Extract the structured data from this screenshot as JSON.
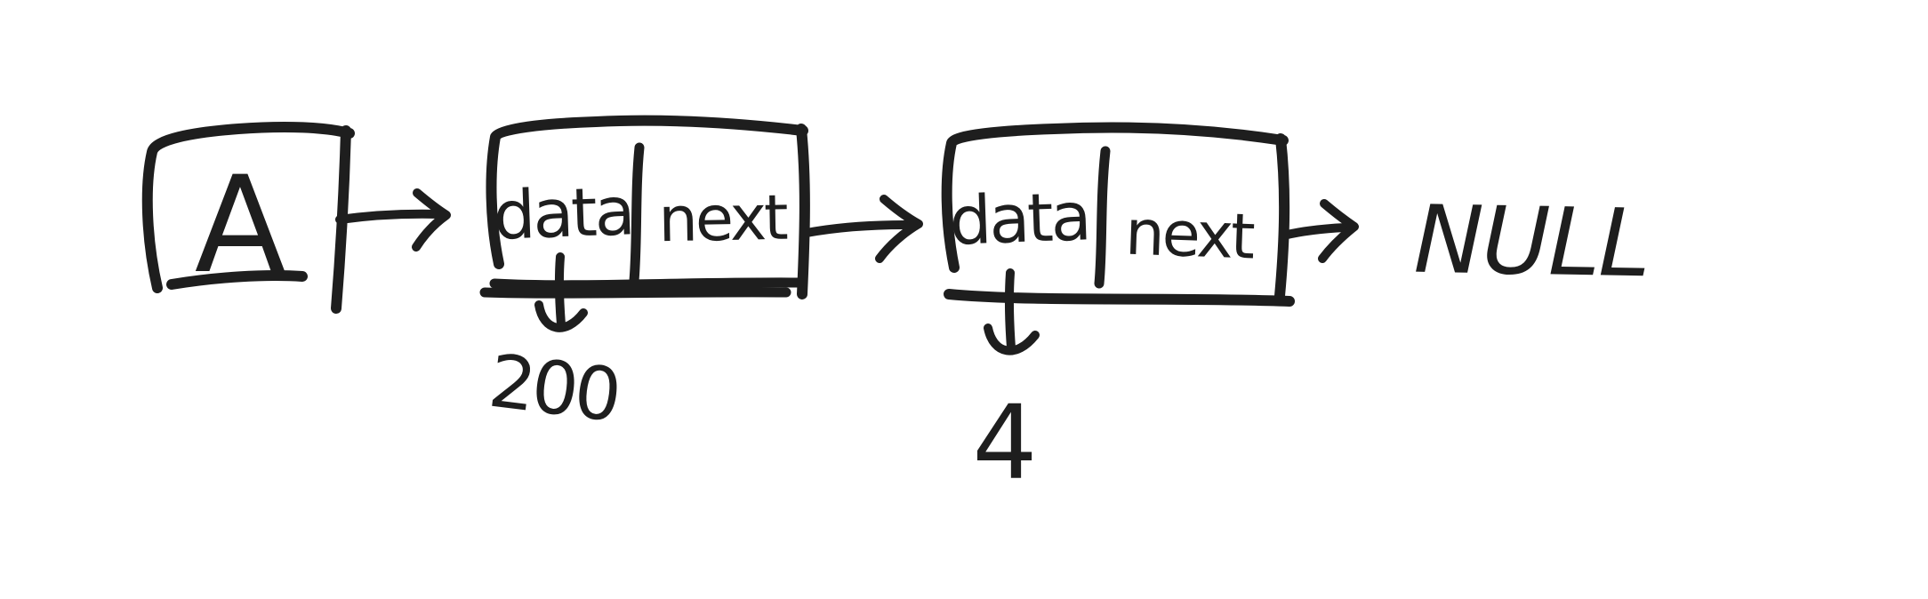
{
  "diagram": {
    "ink_color": "#1e1e1e",
    "background_color": "#ffffff",
    "head": {
      "label": "A"
    },
    "nodes": [
      {
        "data_label": "data",
        "next_label": "next",
        "value": "200"
      },
      {
        "data_label": "data",
        "next_label": "next",
        "value": "4"
      }
    ],
    "terminator": {
      "label": "NULL"
    }
  }
}
